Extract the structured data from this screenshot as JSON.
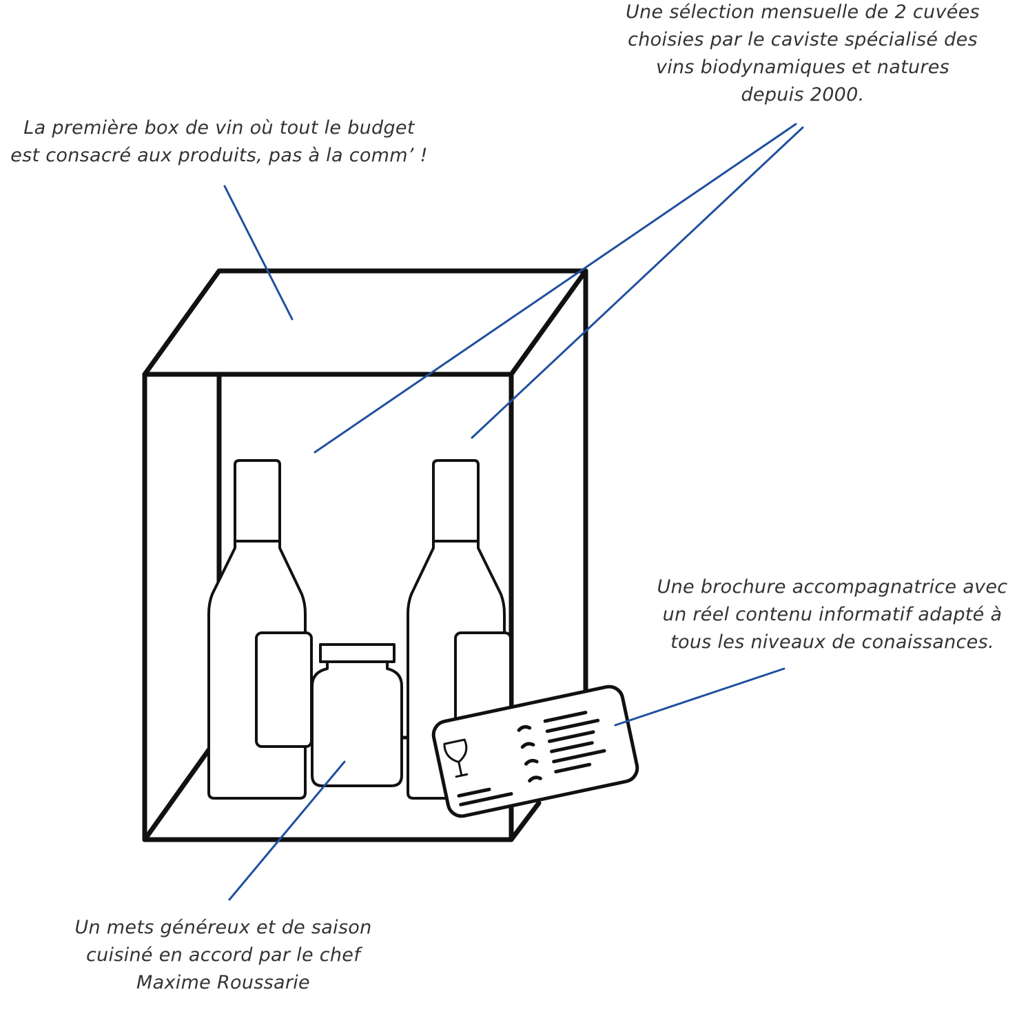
{
  "colors": {
    "stroke": "#111111",
    "leader": "#1f4fa0",
    "text": "#333333"
  },
  "captions": {
    "budget": [
      "La première box de vin où tout le budget",
      "est consacré aux produits, pas à la comm’ !"
    ],
    "selection": [
      "Une sélection mensuelle de 2 cuvées",
      "choisies par le caviste spécialisé des",
      "vins biodynamiques et natures",
      "depuis 2000."
    ],
    "brochure": [
      "Une brochure accompagnatrice avec",
      "un réel contenu informatif adapté à",
      "tous les niveaux de conaissances."
    ],
    "mets": [
      "Un mets généreux et de saison",
      "cuisiné en accord par le chef",
      "Maxime Roussarie"
    ]
  }
}
